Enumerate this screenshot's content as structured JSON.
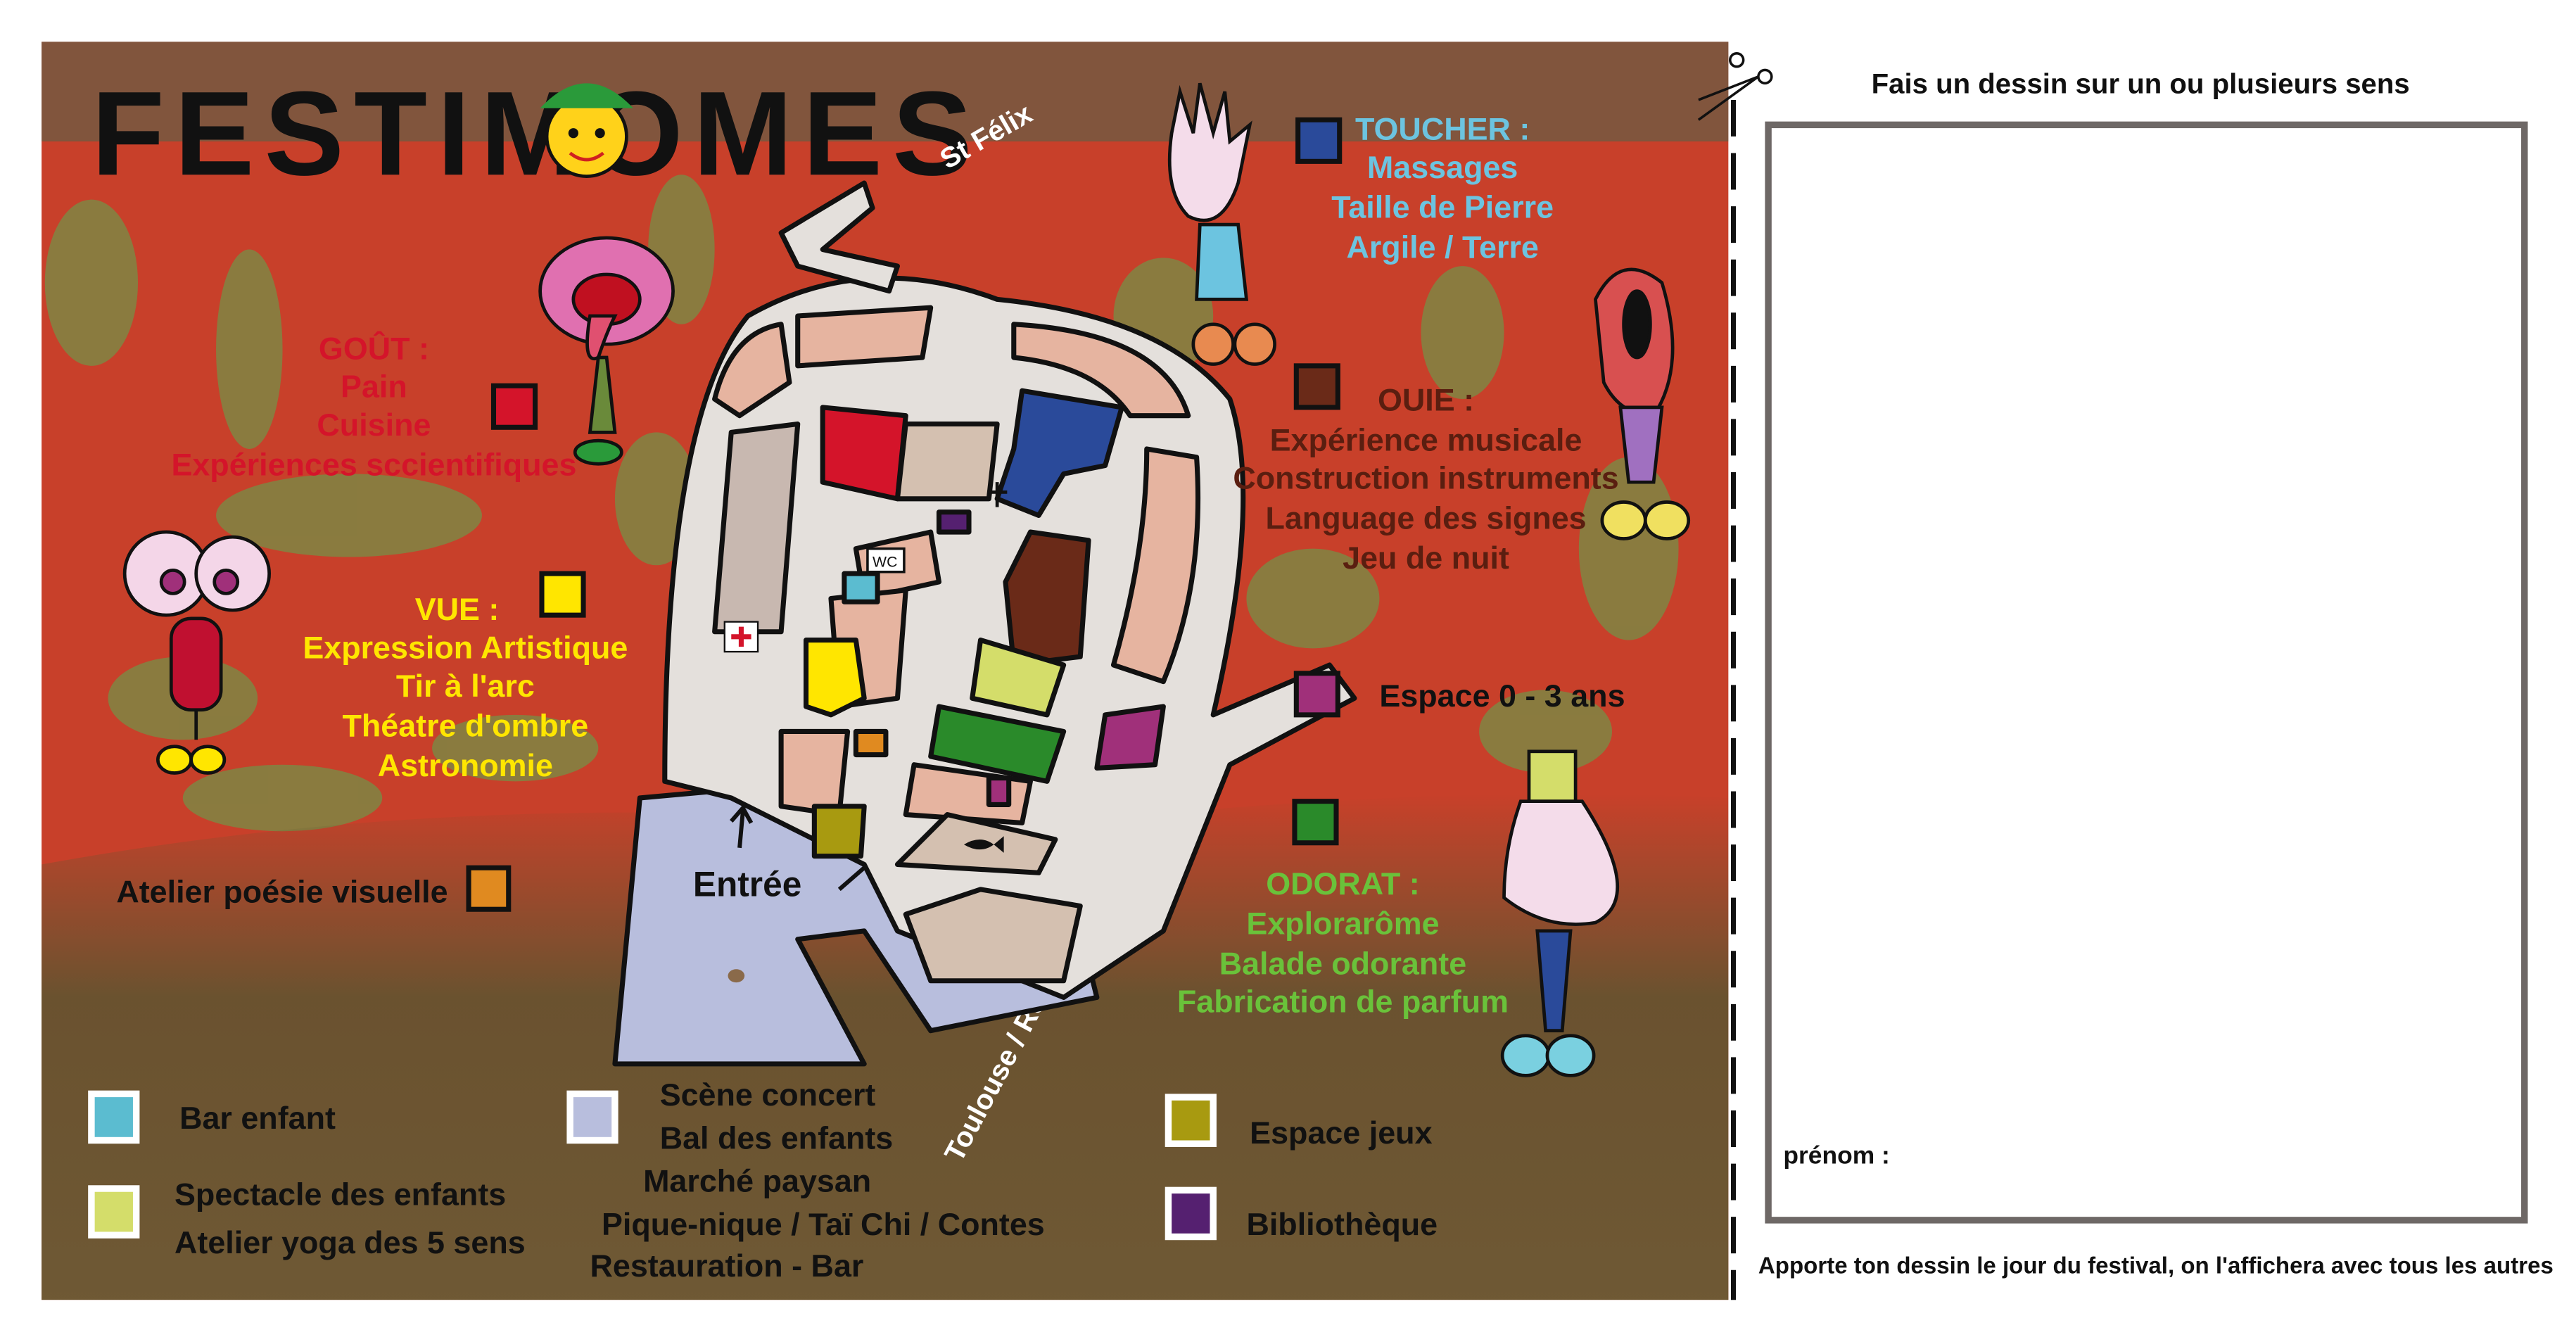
{
  "map": {
    "title": "FESTIMOMES",
    "roads": {
      "north": "St Félix",
      "south": "Toulouse / Revel"
    },
    "entrance": "Entrée",
    "wc": "WC",
    "senses": [
      {
        "heading": "GOÛT :",
        "items": [
          "Pain",
          "Cuisine",
          "Expériences sccientifiques"
        ],
        "color": "#d4142a",
        "marker": "#d4142a"
      },
      {
        "heading": "VUE :",
        "items": [
          "Expression Artistique",
          "Tir à l'arc",
          "Théatre d'ombre",
          "Astronomie"
        ],
        "color": "#ffe600",
        "marker": "#ffe600"
      },
      {
        "heading": "TOUCHER :",
        "items": [
          "Massages",
          "Taille de Pierre",
          "Argile / Terre"
        ],
        "color": "#6cc4e0",
        "marker": "#2a4a9a"
      },
      {
        "heading": "OUIE :",
        "items": [
          "Expérience musicale",
          "Construction instruments",
          "Language des signes",
          "Jeu de nuit"
        ],
        "color": "#5a1e10",
        "marker": "#6a2a18"
      },
      {
        "heading": "ODORAT :",
        "items": [
          "Explorarôme",
          "Balade odorante",
          "Fabrication de parfum"
        ],
        "color": "#6ac23a",
        "marker": "#2a8a2a"
      }
    ],
    "extras": [
      {
        "label": "Atelier poésie visuelle",
        "marker": "#e08a20"
      },
      {
        "label": "Espace 0 - 3 ans",
        "marker": "#a0307a"
      }
    ],
    "legend": [
      {
        "labels": [
          "Bar enfant"
        ],
        "marker": "#5bbcd0"
      },
      {
        "labels": [
          "Spectacle des enfants",
          "Atelier yoga des 5 sens"
        ],
        "marker": "#d4dd6a"
      },
      {
        "labels": [
          "Scène concert",
          "Bal des enfants",
          "Marché paysan",
          "Pique-nique / Taï Chi / Contes",
          "Restauration - Bar"
        ],
        "marker": "#b8bedd"
      },
      {
        "labels": [
          "Espace jeux"
        ],
        "marker": "#a89a10"
      },
      {
        "labels": [
          "Bibliothèque"
        ],
        "marker": "#552070"
      }
    ]
  },
  "drawing": {
    "heading": "Fais un dessin sur un ou plusieurs sens",
    "name_label": "prénom :",
    "footer": "Apporte ton dessin le jour du festival, on l'affichera avec tous les autres"
  },
  "icons": [
    "scissors-icon",
    "first-aid-cross-icon",
    "church-cross-icon",
    "fish-icon",
    "arrow-up-icon"
  ]
}
